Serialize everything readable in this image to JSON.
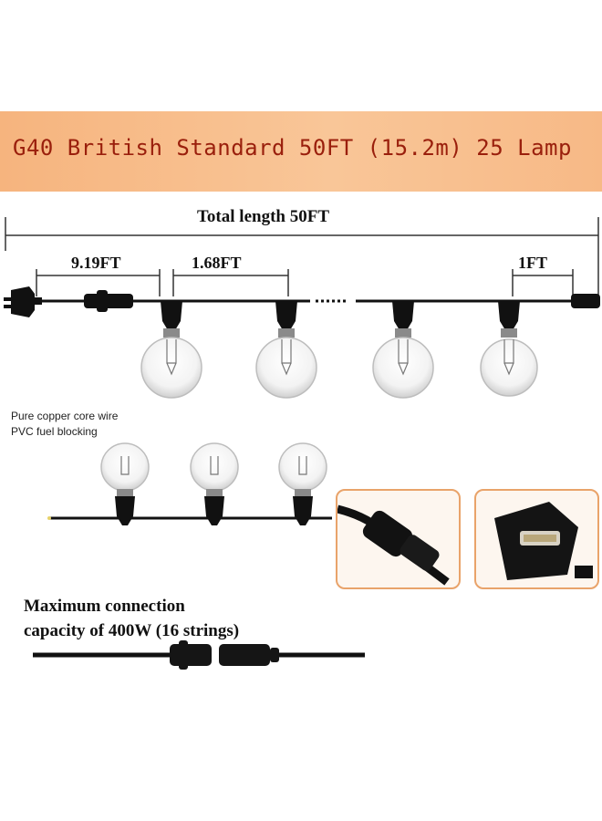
{
  "banner": {
    "title": "G40 British Standard 50FT (15.2m) 25 Lamp",
    "color": "#f6b47e"
  },
  "dimensions": {
    "total": "Total length 50FT",
    "plug_to_first": "9.19FT",
    "spacing": "1.68FT",
    "last_to_end": "1FT"
  },
  "features": {
    "wire_core": "Pure copper core wire",
    "wire_jacket": "PVC fuel blocking"
  },
  "connection": {
    "line1": "Maximum connection",
    "line2": "capacity of 400W (16 strings)"
  },
  "icons": [
    "uk-plug-icon",
    "bulb-icon",
    "connector-icon"
  ]
}
